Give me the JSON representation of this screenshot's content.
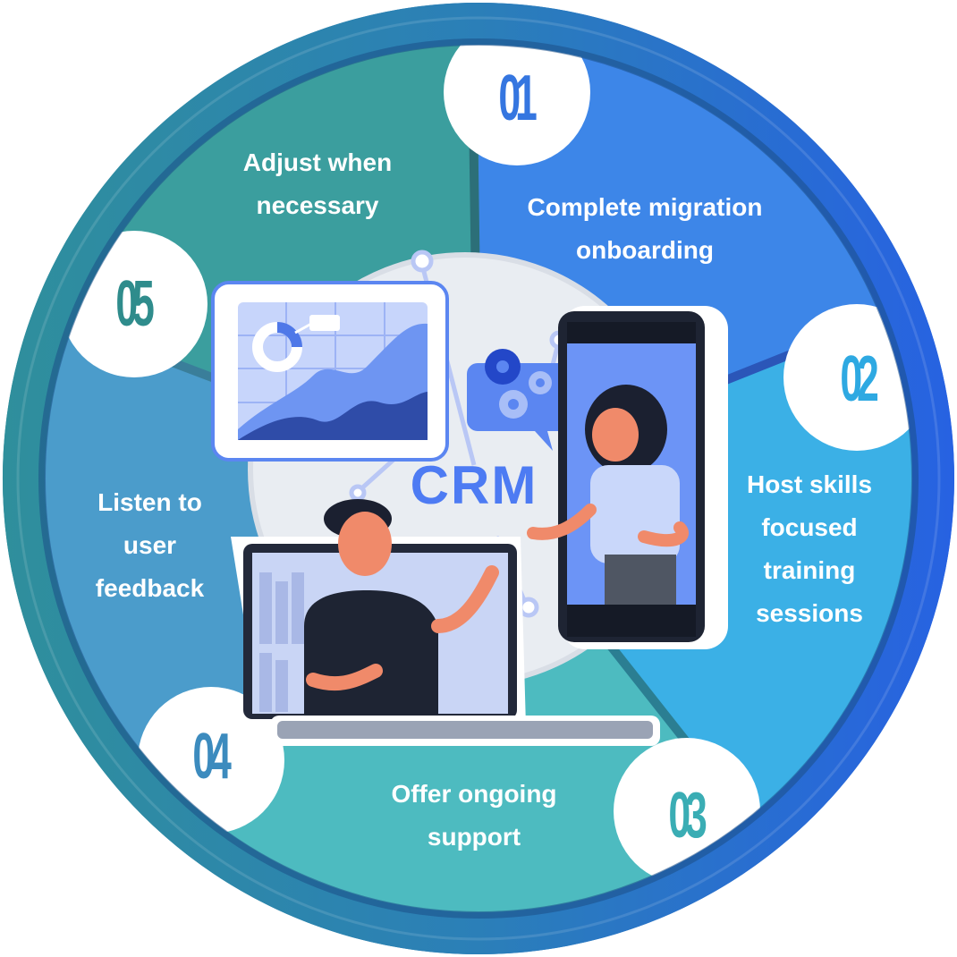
{
  "center": {
    "title": "CRM"
  },
  "steps": [
    {
      "number": "01",
      "label": "Complete migration\nonboarding",
      "color": "#3D86E8"
    },
    {
      "number": "02",
      "label": "Host skills\nfocused\ntraining\nsessions",
      "color": "#3BB0E6"
    },
    {
      "number": "03",
      "label": "Offer ongoing\nsupport",
      "color": "#4DBBC0"
    },
    {
      "number": "04",
      "label": "Listen to\nuser\nfeedback",
      "color": "#4B9CCB"
    },
    {
      "number": "05",
      "label": "Adjust when\nnecessary",
      "color": "#3B9E9E"
    }
  ],
  "colors": {
    "outer_ring_left": "#2E8E9A",
    "outer_ring_right": "#2D63E0",
    "number_step_1": "#3576E0",
    "number_step_2": "#2EA9E2",
    "number_step_3": "#3AADB4",
    "number_step_4": "#3C8BBE",
    "number_step_5": "#2F8C8C",
    "crm_text": "#4D7BF3"
  }
}
